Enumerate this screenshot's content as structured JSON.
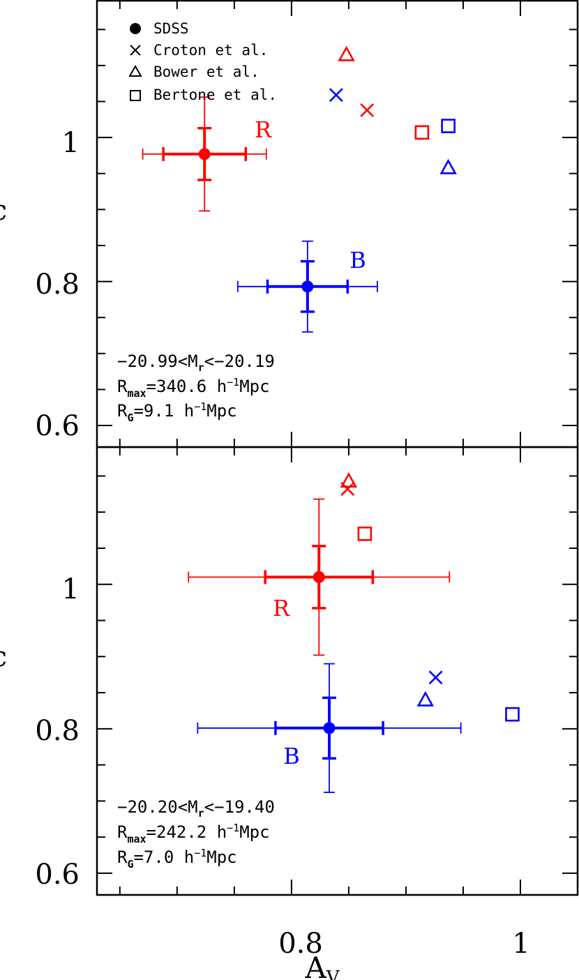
{
  "colors": {
    "red": "#ff0000",
    "blue": "#0000ff",
    "black": "#000000"
  },
  "axes": {
    "xlabel": "A",
    "xlabel_sub": "V",
    "ylabel": "c",
    "x_ticks": [
      "0.8",
      "1"
    ],
    "y_ticks": [
      "0.6",
      "0.8",
      "1"
    ]
  },
  "legend": {
    "placement": "top-left",
    "entries": [
      {
        "marker": "filled-circle",
        "label": "SDSS"
      },
      {
        "marker": "cross",
        "label": "Croton et al."
      },
      {
        "marker": "triangle",
        "label": "Bower et al."
      },
      {
        "marker": "square",
        "label": "Bertone et al."
      }
    ]
  },
  "panels": [
    {
      "annotation": {
        "mag_prefix": "−20.99<M",
        "mag_sub": "r",
        "mag_suffix": "<−20.19",
        "rmax_prefix": "R",
        "rmax_sub": "max",
        "rmax_value": "=340.6 h",
        "rmax_sup": "−1",
        "rmax_unit": "Mpc",
        "rg_prefix": "R",
        "rg_sub": "G",
        "rg_value": "=9.1 h",
        "rg_sup": "−1",
        "rg_unit": "Mpc"
      },
      "group_labels": {
        "R": "R",
        "B": "B"
      }
    },
    {
      "annotation": {
        "mag_prefix": "−20.20<M",
        "mag_sub": "r",
        "mag_suffix": "<−19.40",
        "rmax_prefix": "R",
        "rmax_sub": "max",
        "rmax_value": "=242.2 h",
        "rmax_sup": "−1",
        "rmax_unit": "Mpc",
        "rg_prefix": "R",
        "rg_sub": "G",
        "rg_value": "=7.0 h",
        "rg_sup": "−1",
        "rg_unit": "Mpc"
      },
      "group_labels": {
        "R": "R",
        "B": "B"
      }
    }
  ],
  "chart_data": [
    {
      "type": "scatter",
      "xlabel": "A_V",
      "ylabel": "c",
      "xlim": [
        0.63,
        1.05
      ],
      "ylim": [
        0.57,
        1.19
      ],
      "sdss": [
        {
          "group": "R",
          "color": "red",
          "x": 0.724,
          "y": 0.977,
          "x_err_inner": 0.036,
          "x_err_outer": 0.054,
          "y_err_inner": 0.036,
          "y_err_outer": 0.079
        },
        {
          "group": "B",
          "color": "blue",
          "x": 0.814,
          "y": 0.793,
          "x_err_inner": 0.035,
          "x_err_outer": 0.061,
          "y_err_inner": 0.035,
          "y_err_outer": 0.063
        }
      ],
      "models": [
        {
          "model": "Croton et al.",
          "marker": "cross",
          "color": "blue",
          "x": 0.839,
          "y": 1.059
        },
        {
          "model": "Croton et al.",
          "marker": "cross",
          "color": "red",
          "x": 0.866,
          "y": 1.038
        },
        {
          "model": "Bower et al.",
          "marker": "triangle",
          "color": "red",
          "x": 0.848,
          "y": 1.115
        },
        {
          "model": "Bower et al.",
          "marker": "triangle",
          "color": "blue",
          "x": 0.937,
          "y": 0.958
        },
        {
          "model": "Bertone et al.",
          "marker": "square",
          "color": "red",
          "x": 0.914,
          "y": 1.007
        },
        {
          "model": "Bertone et al.",
          "marker": "square",
          "color": "blue",
          "x": 0.937,
          "y": 1.016
        }
      ]
    },
    {
      "type": "scatter",
      "xlabel": "A_V",
      "ylabel": "c",
      "xlim": [
        0.63,
        1.05
      ],
      "ylim": [
        0.57,
        1.19
      ],
      "sdss": [
        {
          "group": "R",
          "color": "red",
          "x": 0.824,
          "y": 1.01,
          "x_err_inner": 0.047,
          "x_err_outer": 0.114,
          "y_err_inner": 0.043,
          "y_err_outer": 0.108
        },
        {
          "group": "B",
          "color": "blue",
          "x": 0.833,
          "y": 0.801,
          "x_err_inner": 0.047,
          "x_err_outer": 0.115,
          "y_err_inner": 0.042,
          "y_err_outer": 0.089
        }
      ],
      "models": [
        {
          "model": "Bower et al.",
          "marker": "triangle",
          "color": "red",
          "x": 0.85,
          "y": 1.143
        },
        {
          "model": "Croton et al.",
          "marker": "cross",
          "color": "red",
          "x": 0.849,
          "y": 1.132
        },
        {
          "model": "Bertone et al.",
          "marker": "square",
          "color": "red",
          "x": 0.864,
          "y": 1.07
        },
        {
          "model": "Croton et al.",
          "marker": "cross",
          "color": "blue",
          "x": 0.926,
          "y": 0.871
        },
        {
          "model": "Bower et al.",
          "marker": "triangle",
          "color": "blue",
          "x": 0.917,
          "y": 0.84
        },
        {
          "model": "Bertone et al.",
          "marker": "square",
          "color": "blue",
          "x": 0.993,
          "y": 0.82
        }
      ]
    }
  ]
}
